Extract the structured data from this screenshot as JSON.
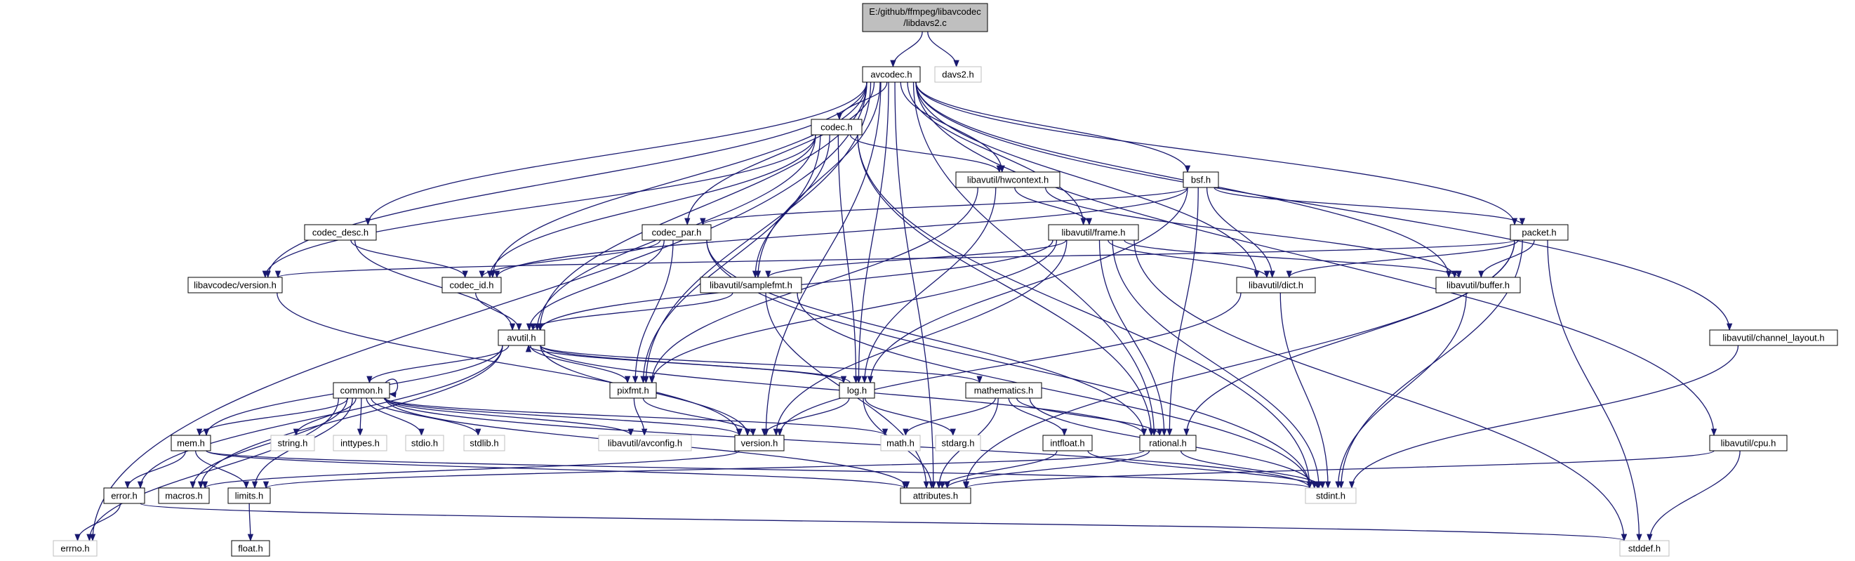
{
  "diagram": {
    "root": {
      "id": "root",
      "lines": [
        "E:/github/ffmpeg/libavcodec",
        "/libdavs2.c"
      ]
    },
    "nodes": [
      {
        "id": "avcodec",
        "label": "avcodec.h"
      },
      {
        "id": "davs2",
        "label": "davs2.h",
        "external": true
      },
      {
        "id": "codec",
        "label": "codec.h"
      },
      {
        "id": "hwcontext",
        "label": "libavutil/hwcontext.h"
      },
      {
        "id": "bsf",
        "label": "bsf.h"
      },
      {
        "id": "codec_desc",
        "label": "codec_desc.h"
      },
      {
        "id": "codec_par",
        "label": "codec_par.h"
      },
      {
        "id": "frame",
        "label": "libavutil/frame.h"
      },
      {
        "id": "packet",
        "label": "packet.h"
      },
      {
        "id": "lavc_version",
        "label": "libavcodec/version.h"
      },
      {
        "id": "codec_id",
        "label": "codec_id.h"
      },
      {
        "id": "samplefmt",
        "label": "libavutil/samplefmt.h"
      },
      {
        "id": "dict",
        "label": "libavutil/dict.h"
      },
      {
        "id": "buffer",
        "label": "libavutil/buffer.h"
      },
      {
        "id": "channel_layout",
        "label": "libavutil/channel_layout.h"
      },
      {
        "id": "avutil",
        "label": "avutil.h"
      },
      {
        "id": "common",
        "label": "common.h"
      },
      {
        "id": "pixfmt",
        "label": "pixfmt.h"
      },
      {
        "id": "log",
        "label": "log.h"
      },
      {
        "id": "mathematics",
        "label": "mathematics.h"
      },
      {
        "id": "mem",
        "label": "mem.h"
      },
      {
        "id": "string",
        "label": "string.h",
        "external": true
      },
      {
        "id": "inttypes",
        "label": "inttypes.h",
        "external": true
      },
      {
        "id": "stdio",
        "label": "stdio.h",
        "external": true
      },
      {
        "id": "stdlib",
        "label": "stdlib.h",
        "external": true
      },
      {
        "id": "avconfig",
        "label": "libavutil/avconfig.h",
        "external": true
      },
      {
        "id": "version",
        "label": "version.h"
      },
      {
        "id": "math",
        "label": "math.h",
        "external": true
      },
      {
        "id": "stdarg",
        "label": "stdarg.h",
        "external": true
      },
      {
        "id": "intfloat",
        "label": "intfloat.h"
      },
      {
        "id": "rational",
        "label": "rational.h"
      },
      {
        "id": "cpu",
        "label": "libavutil/cpu.h"
      },
      {
        "id": "error",
        "label": "error.h"
      },
      {
        "id": "macros",
        "label": "macros.h"
      },
      {
        "id": "limits",
        "label": "limits.h"
      },
      {
        "id": "attributes",
        "label": "attributes.h"
      },
      {
        "id": "stdint",
        "label": "stdint.h",
        "external": true
      },
      {
        "id": "errno",
        "label": "errno.h",
        "external": true
      },
      {
        "id": "float",
        "label": "float.h"
      },
      {
        "id": "stddef",
        "label": "stddef.h",
        "external": true
      }
    ],
    "edges": [
      [
        "root",
        "avcodec"
      ],
      [
        "root",
        "davs2"
      ],
      [
        "avcodec",
        "codec"
      ],
      [
        "avcodec",
        "hwcontext"
      ],
      [
        "avcodec",
        "bsf"
      ],
      [
        "avcodec",
        "codec_desc"
      ],
      [
        "avcodec",
        "codec_par"
      ],
      [
        "avcodec",
        "frame"
      ],
      [
        "avcodec",
        "packet"
      ],
      [
        "avcodec",
        "lavc_version"
      ],
      [
        "avcodec",
        "codec_id"
      ],
      [
        "avcodec",
        "samplefmt"
      ],
      [
        "avcodec",
        "dict"
      ],
      [
        "avcodec",
        "buffer"
      ],
      [
        "avcodec",
        "channel_layout"
      ],
      [
        "avcodec",
        "avutil"
      ],
      [
        "avcodec",
        "pixfmt"
      ],
      [
        "avcodec",
        "log"
      ],
      [
        "avcodec",
        "rational"
      ],
      [
        "avcodec",
        "cpu"
      ],
      [
        "avcodec",
        "attributes"
      ],
      [
        "avcodec",
        "errno"
      ],
      [
        "avcodec",
        "version"
      ],
      [
        "codec",
        "hwcontext"
      ],
      [
        "codec",
        "codec_id"
      ],
      [
        "codec",
        "lavc_version"
      ],
      [
        "codec",
        "samplefmt"
      ],
      [
        "codec",
        "avutil"
      ],
      [
        "codec",
        "pixfmt"
      ],
      [
        "codec",
        "log"
      ],
      [
        "codec",
        "rational"
      ],
      [
        "codec",
        "stdint"
      ],
      [
        "hwcontext",
        "frame"
      ],
      [
        "hwcontext",
        "buffer"
      ],
      [
        "hwcontext",
        "pixfmt"
      ],
      [
        "hwcontext",
        "log"
      ],
      [
        "bsf",
        "codec_par"
      ],
      [
        "bsf",
        "packet"
      ],
      [
        "bsf",
        "codec_id"
      ],
      [
        "bsf",
        "dict"
      ],
      [
        "bsf",
        "log"
      ],
      [
        "bsf",
        "rational"
      ],
      [
        "codec_desc",
        "codec_id"
      ],
      [
        "codec_desc",
        "avutil"
      ],
      [
        "codec_par",
        "codec_id"
      ],
      [
        "codec_par",
        "avutil"
      ],
      [
        "codec_par",
        "pixfmt"
      ],
      [
        "codec_par",
        "rational"
      ],
      [
        "codec_par",
        "stdint"
      ],
      [
        "frame",
        "samplefmt"
      ],
      [
        "frame",
        "dict"
      ],
      [
        "frame",
        "buffer"
      ],
      [
        "frame",
        "avutil"
      ],
      [
        "frame",
        "pixfmt"
      ],
      [
        "frame",
        "rational"
      ],
      [
        "frame",
        "version"
      ],
      [
        "frame",
        "stdint"
      ],
      [
        "frame",
        "stddef"
      ],
      [
        "packet",
        "lavc_version"
      ],
      [
        "packet",
        "dict"
      ],
      [
        "packet",
        "buffer"
      ],
      [
        "packet",
        "rational"
      ],
      [
        "packet",
        "attributes"
      ],
      [
        "packet",
        "stdint"
      ],
      [
        "packet",
        "stddef"
      ],
      [
        "lavc_version",
        "version"
      ],
      [
        "codec_id",
        "avutil"
      ],
      [
        "samplefmt",
        "avutil"
      ],
      [
        "samplefmt",
        "attributes"
      ],
      [
        "samplefmt",
        "stdint"
      ],
      [
        "dict",
        "version"
      ],
      [
        "dict",
        "stdint"
      ],
      [
        "buffer",
        "stdint"
      ],
      [
        "channel_layout",
        "stdint"
      ],
      [
        "avutil",
        "common"
      ],
      [
        "avutil",
        "pixfmt"
      ],
      [
        "avutil",
        "log"
      ],
      [
        "avutil",
        "mathematics"
      ],
      [
        "avutil",
        "mem"
      ],
      [
        "avutil",
        "error"
      ],
      [
        "avutil",
        "macros"
      ],
      [
        "avutil",
        "version"
      ],
      [
        "avutil",
        "rational"
      ],
      [
        "common",
        "string"
      ],
      [
        "common",
        "inttypes"
      ],
      [
        "common",
        "stdio"
      ],
      [
        "common",
        "stdlib"
      ],
      [
        "common",
        "avconfig"
      ],
      [
        "common",
        "version"
      ],
      [
        "common",
        "math"
      ],
      [
        "common",
        "mem"
      ],
      [
        "common",
        "macros"
      ],
      [
        "common",
        "limits"
      ],
      [
        "common",
        "errno"
      ],
      [
        "common",
        "attributes"
      ],
      [
        "common",
        "stdint"
      ],
      [
        "common",
        "common"
      ],
      [
        "pixfmt",
        "avconfig"
      ],
      [
        "pixfmt",
        "version"
      ],
      [
        "log",
        "avutil"
      ],
      [
        "log",
        "version"
      ],
      [
        "log",
        "stdarg"
      ],
      [
        "log",
        "attributes"
      ],
      [
        "mathematics",
        "math"
      ],
      [
        "mathematics",
        "stdint"
      ],
      [
        "mathematics",
        "intfloat"
      ],
      [
        "mathematics",
        "rational"
      ],
      [
        "mathematics",
        "attributes"
      ],
      [
        "mem",
        "error"
      ],
      [
        "mem",
        "limits"
      ],
      [
        "mem",
        "attributes"
      ],
      [
        "mem",
        "stdint"
      ],
      [
        "intfloat",
        "attributes"
      ],
      [
        "intfloat",
        "stdint"
      ],
      [
        "rational",
        "attributes"
      ],
      [
        "rational",
        "stdint"
      ],
      [
        "rational",
        "limits"
      ],
      [
        "cpu",
        "stddef"
      ],
      [
        "cpu",
        "attributes"
      ],
      [
        "error",
        "errno"
      ],
      [
        "error",
        "stddef"
      ],
      [
        "version",
        "macros"
      ],
      [
        "limits",
        "float"
      ]
    ]
  }
}
